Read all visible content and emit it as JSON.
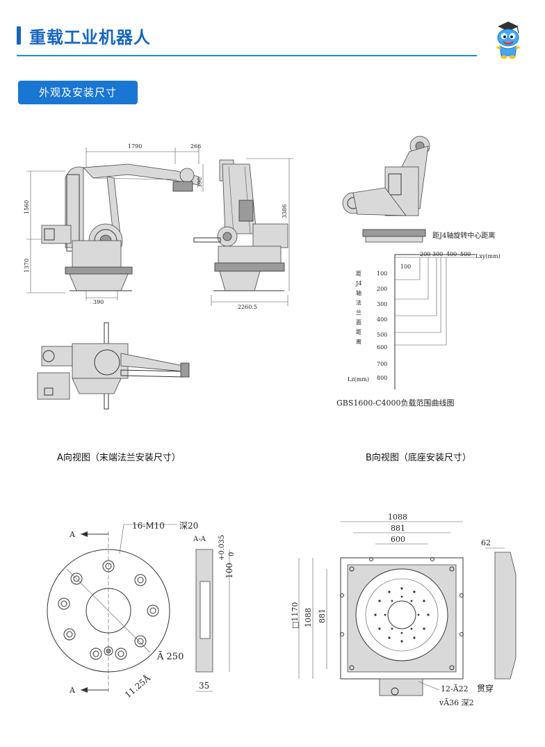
{
  "header": {
    "title": "重载工业机器人"
  },
  "section": {
    "button_label": "外观及安装尺寸"
  },
  "dimensions_drawing": {
    "top_width": "1790",
    "top_offset": "266",
    "left_height_upper": "1560",
    "left_height_lower": "1370",
    "base_width": "390",
    "wrist_height": "390",
    "side_height": "3386",
    "side_width": "2260.5"
  },
  "load_curve": {
    "center_distance_label": "距J4轴旋转中心距离",
    "x_axis_label": "Lxy(mm)",
    "x_ticks": [
      "100",
      "200",
      "300",
      "400",
      "500"
    ],
    "y_axis_label_vertical": [
      "距",
      "J4",
      "轴",
      "法",
      "兰",
      "面",
      "距",
      "离"
    ],
    "y_ticks": [
      "100",
      "200",
      "300",
      "400",
      "500",
      "600",
      "700",
      "800"
    ],
    "y_axis_label": "Lz(mm)",
    "caption": "GBS1600-C4000负载范围曲线图"
  },
  "captions": {
    "view_a": "A向视图（末端法兰安装尺寸）",
    "view_b": "B向视图（底座安装尺寸）"
  },
  "flange_drawing": {
    "section_arrow_top": "A",
    "section_arrow_bottom": "A",
    "hole_spec": "16-M10",
    "depth": "深20",
    "section_label": "A-A",
    "tolerance_upper": "+0.035",
    "tolerance_lower": "0",
    "bore_dim": "100",
    "diameter": "Ā 250",
    "angle": "11.25Å",
    "thickness": "35"
  },
  "base_drawing": {
    "width_outer": "1088",
    "width_mid": "881",
    "width_inner": "600",
    "square_height": "□1170",
    "height_outer": "1088",
    "height_mid": "881",
    "side_thickness": "62",
    "hole_spec": "12-Ā22",
    "counterbore": "vĀ36 深2",
    "through": "贯穿"
  }
}
